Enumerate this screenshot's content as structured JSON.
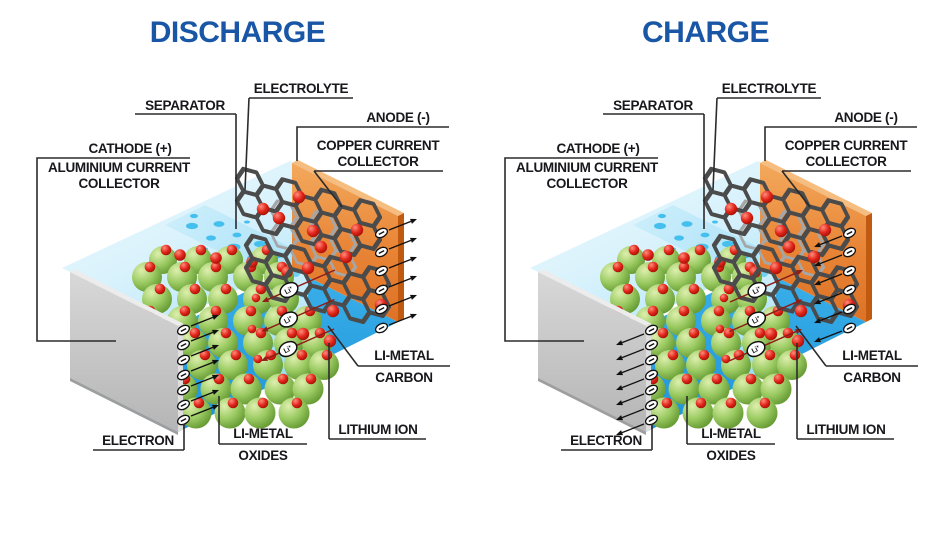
{
  "page": {
    "background": "#ffffff",
    "description": "Lithium-ion battery charge and discharge principle diagram"
  },
  "panels": [
    {
      "id": "discharge",
      "title": "DISCHARGE"
    },
    {
      "id": "charge",
      "title": "CHARGE"
    }
  ],
  "labels": {
    "separator": "SEPARATOR",
    "electrolyte": "ELECTROLYTE",
    "anode": "ANODE (-)",
    "copper_current": "COPPER CURRENT",
    "collector": "COLLECTOR",
    "cathode": "CATHODE (+)",
    "aluminium_current": "ALUMINIUM CURRENT",
    "electron": "ELECTRON",
    "li_metal": "LI-METAL",
    "oxides": "OXIDES",
    "lithium_ion": "LITHIUM ION",
    "carbon": "CARBON"
  },
  "symbols": {
    "lithium_ion": "Li",
    "plus": "+",
    "electron_sign": "−"
  },
  "colors": {
    "title": "#1956a6",
    "label_text": "#17171c",
    "leader_line": "#2b2b2b",
    "copper_collector": "#e0782b",
    "aluminium_collector": "#c6c6c6",
    "separator_face": "#aee3f7",
    "electrolyte_floor": "#27a2e5",
    "pale_electrolyte_top": "#cdeefb",
    "li_metal_oxide_green": "#8cc153",
    "lithium_red": "#d81e12",
    "carbon_lattice_dark": "#4b4b4b",
    "carbon_lattice_light": "#a6a6a6",
    "ion_arrow_red": "#8f1d18",
    "electron_arrow_black": "#111111"
  }
}
